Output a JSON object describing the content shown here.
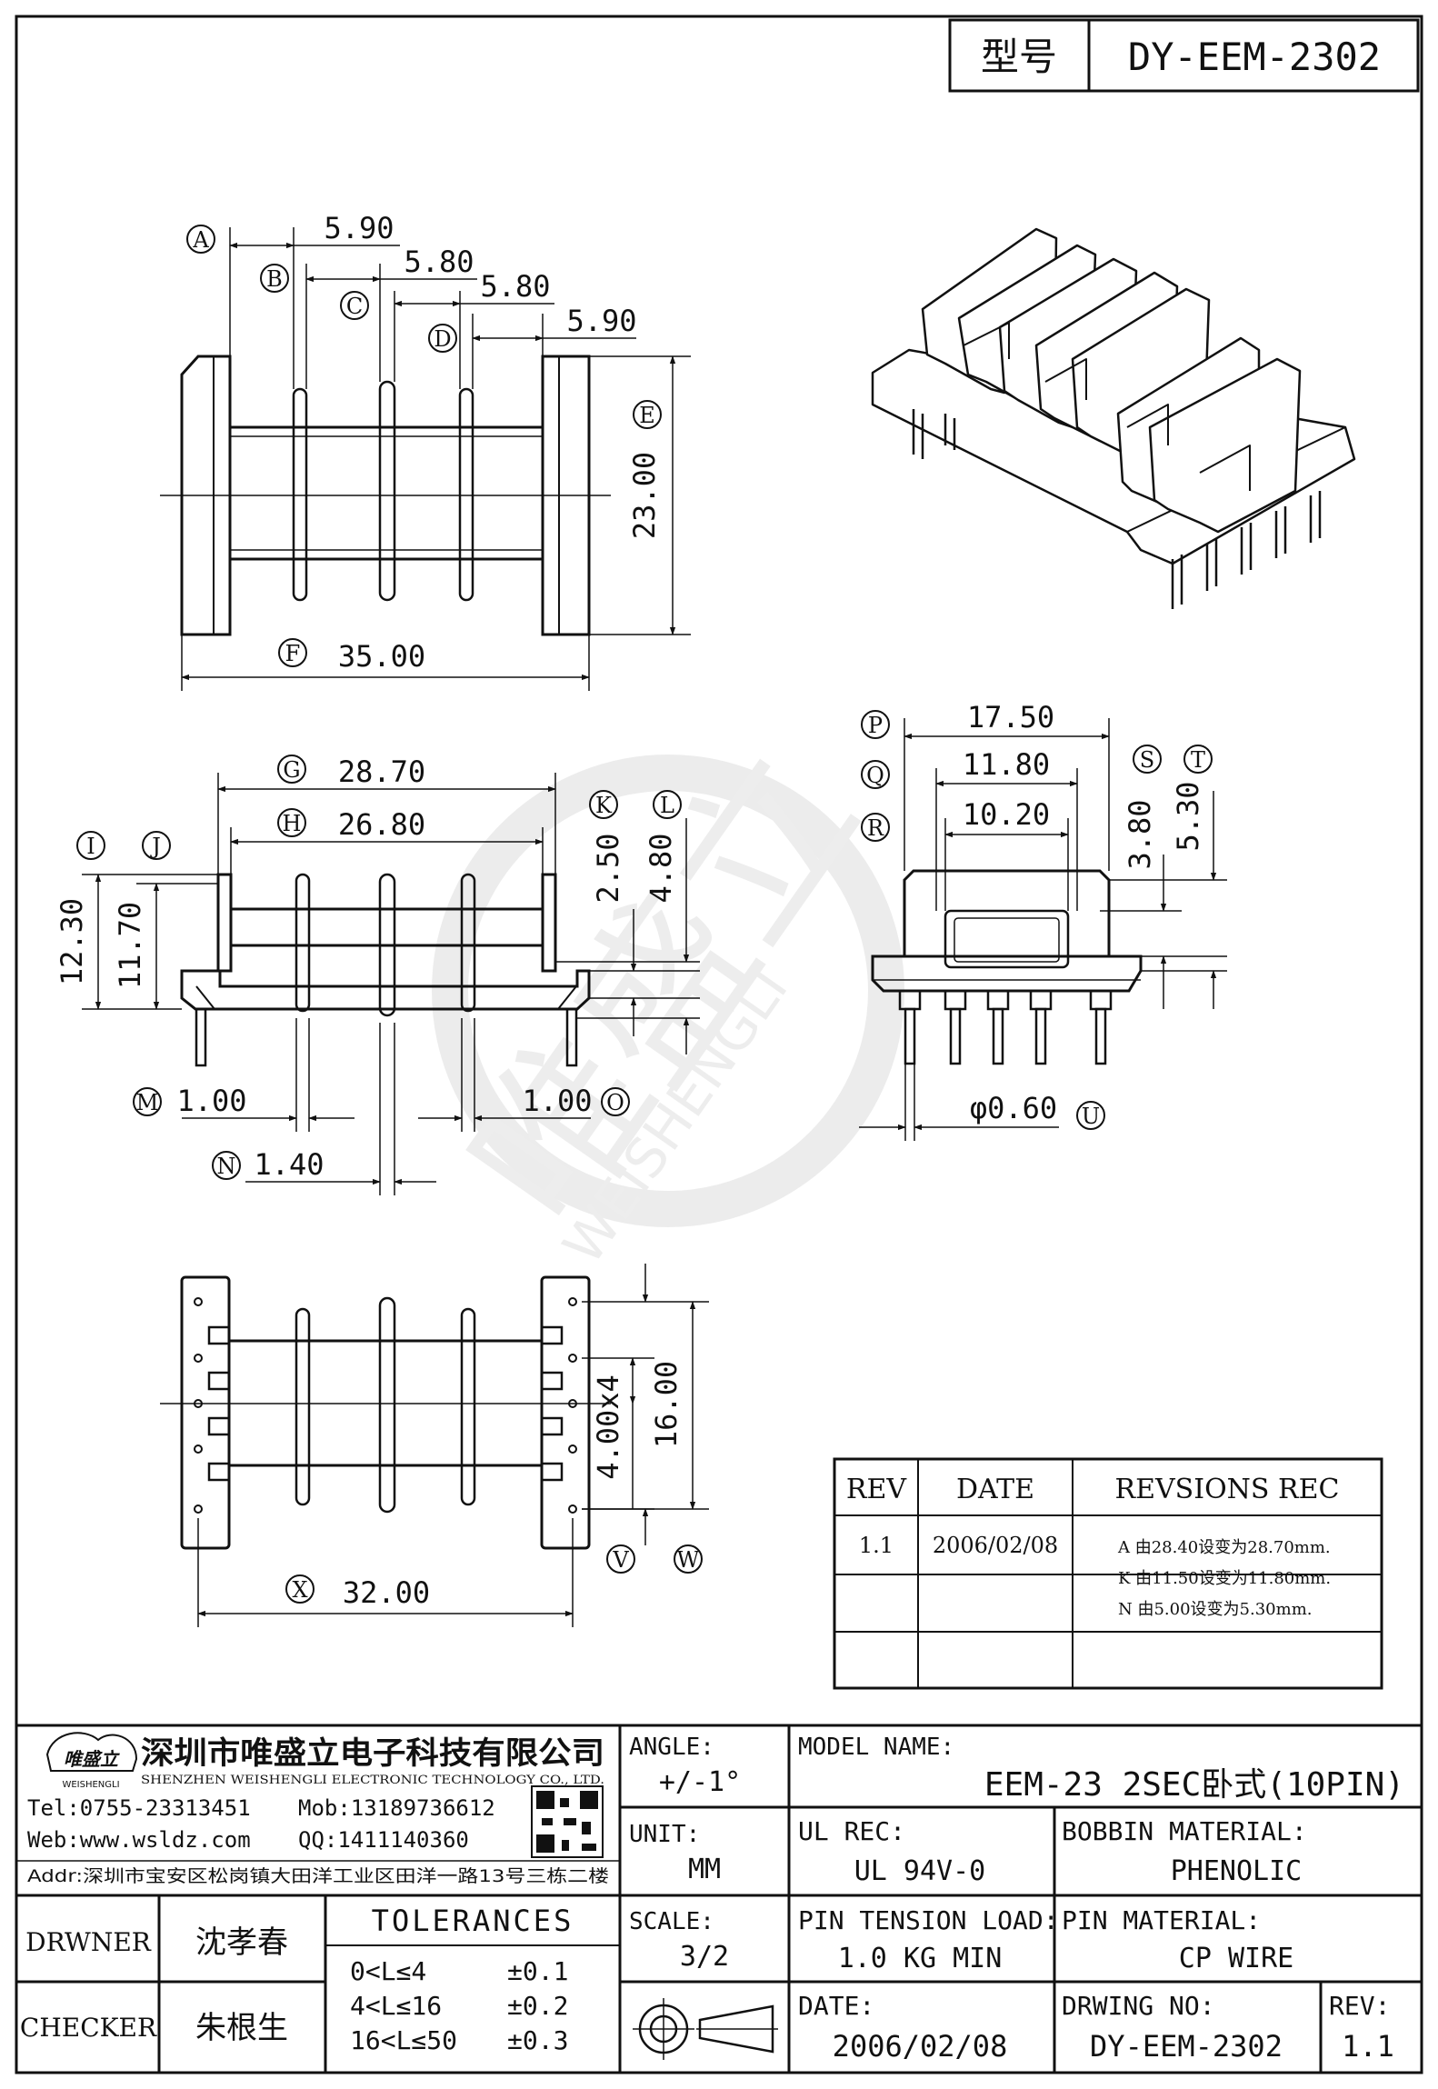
{
  "header": {
    "type_label": "型号",
    "type_value": "DY-EEM-2302"
  },
  "top_view": {
    "marks": [
      "A",
      "B",
      "C",
      "D",
      "E",
      "F"
    ],
    "dims": {
      "A": "5.90",
      "B": "5.80",
      "C": "5.80",
      "D": "5.90",
      "E": "23.00",
      "F": "35.00"
    }
  },
  "side_view": {
    "marks": [
      "G",
      "H",
      "I",
      "J",
      "K",
      "L",
      "M",
      "N",
      "O"
    ],
    "dims": {
      "G": "28.70",
      "H": "26.80",
      "I": "12.30",
      "J": "11.70",
      "K": "2.50",
      "L": "4.80",
      "M": "1.00",
      "N": "1.40",
      "O": "1.00"
    }
  },
  "end_view": {
    "marks": [
      "P",
      "Q",
      "R",
      "S",
      "T",
      "U"
    ],
    "dims": {
      "P": "17.50",
      "Q": "11.80",
      "R": "10.20",
      "S": "3.80",
      "T": "5.30",
      "U": "φ0.60"
    }
  },
  "bottom_view": {
    "marks": [
      "V",
      "W",
      "X"
    ],
    "dims": {
      "V": "4.00x4",
      "W": "16.00",
      "X": "32.00"
    }
  },
  "watermark": {
    "cn": "唯盛立",
    "en": "WEISHENGLI"
  },
  "revisions": {
    "headers": [
      "REV",
      "DATE",
      "REVSIONS REC"
    ],
    "rows": [
      {
        "rev": "1.1",
        "date": "2006/02/08",
        "notes": [
          "A 由28.40设变为28.70mm.",
          "K 由11.50设变为11.80mm.",
          "N 由5.00设变为5.30mm."
        ]
      }
    ]
  },
  "company": {
    "logo_text": "唯盛立",
    "logo_sub": "WEISHENGLI",
    "name_cn": "深圳市唯盛立电子科技有限公司",
    "name_en": "SHENZHEN WEISHENGLI ELECTRONIC TECHNOLOGY CO., LTD.",
    "tel": "Tel:0755-23313451",
    "mob": "Mob:13189736612",
    "web": "Web:www.wsldz.com",
    "qq": "QQ:1411140360",
    "addr": "Addr:深圳市宝安区松岗镇大田洋工业区田洋一路13号三栋二楼"
  },
  "title_block": {
    "angle_label": "ANGLE:",
    "angle_value": "+/-1°",
    "model_label": "MODEL NAME:",
    "model_value": "EEM-23 2SEC卧式(10PIN)",
    "unit_label": "UNIT:",
    "unit_value": "MM",
    "ul_label": "UL REC:",
    "ul_value": "UL 94V-0",
    "bobbin_label": "BOBBIN MATERIAL:",
    "bobbin_value": "PHENOLIC",
    "scale_label": "SCALE:",
    "scale_value": "3/2",
    "pin_tension_label": "PIN TENSION LOAD:",
    "pin_tension_value": "1.0 KG MIN",
    "pin_material_label": "PIN MATERIAL:",
    "pin_material_value": "CP WIRE",
    "date_label": "DATE:",
    "date_value": "2006/02/08",
    "drawing_no_label": "DRWING NO:",
    "drawing_no_value": "DY-EEM-2302",
    "rev_label": "REV:",
    "rev_value": "1.1",
    "drawer_label": "DRWNER",
    "drawer_value": "沈孝春",
    "checker_label": "CHECKER",
    "checker_value": "朱根生",
    "tolerances_title": "TOLERANCES",
    "tolerances": [
      {
        "range": "0<L≤4",
        "value": "±0.1"
      },
      {
        "range": "4<L≤16",
        "value": "±0.2"
      },
      {
        "range": "16<L≤50",
        "value": "±0.3"
      }
    ]
  }
}
